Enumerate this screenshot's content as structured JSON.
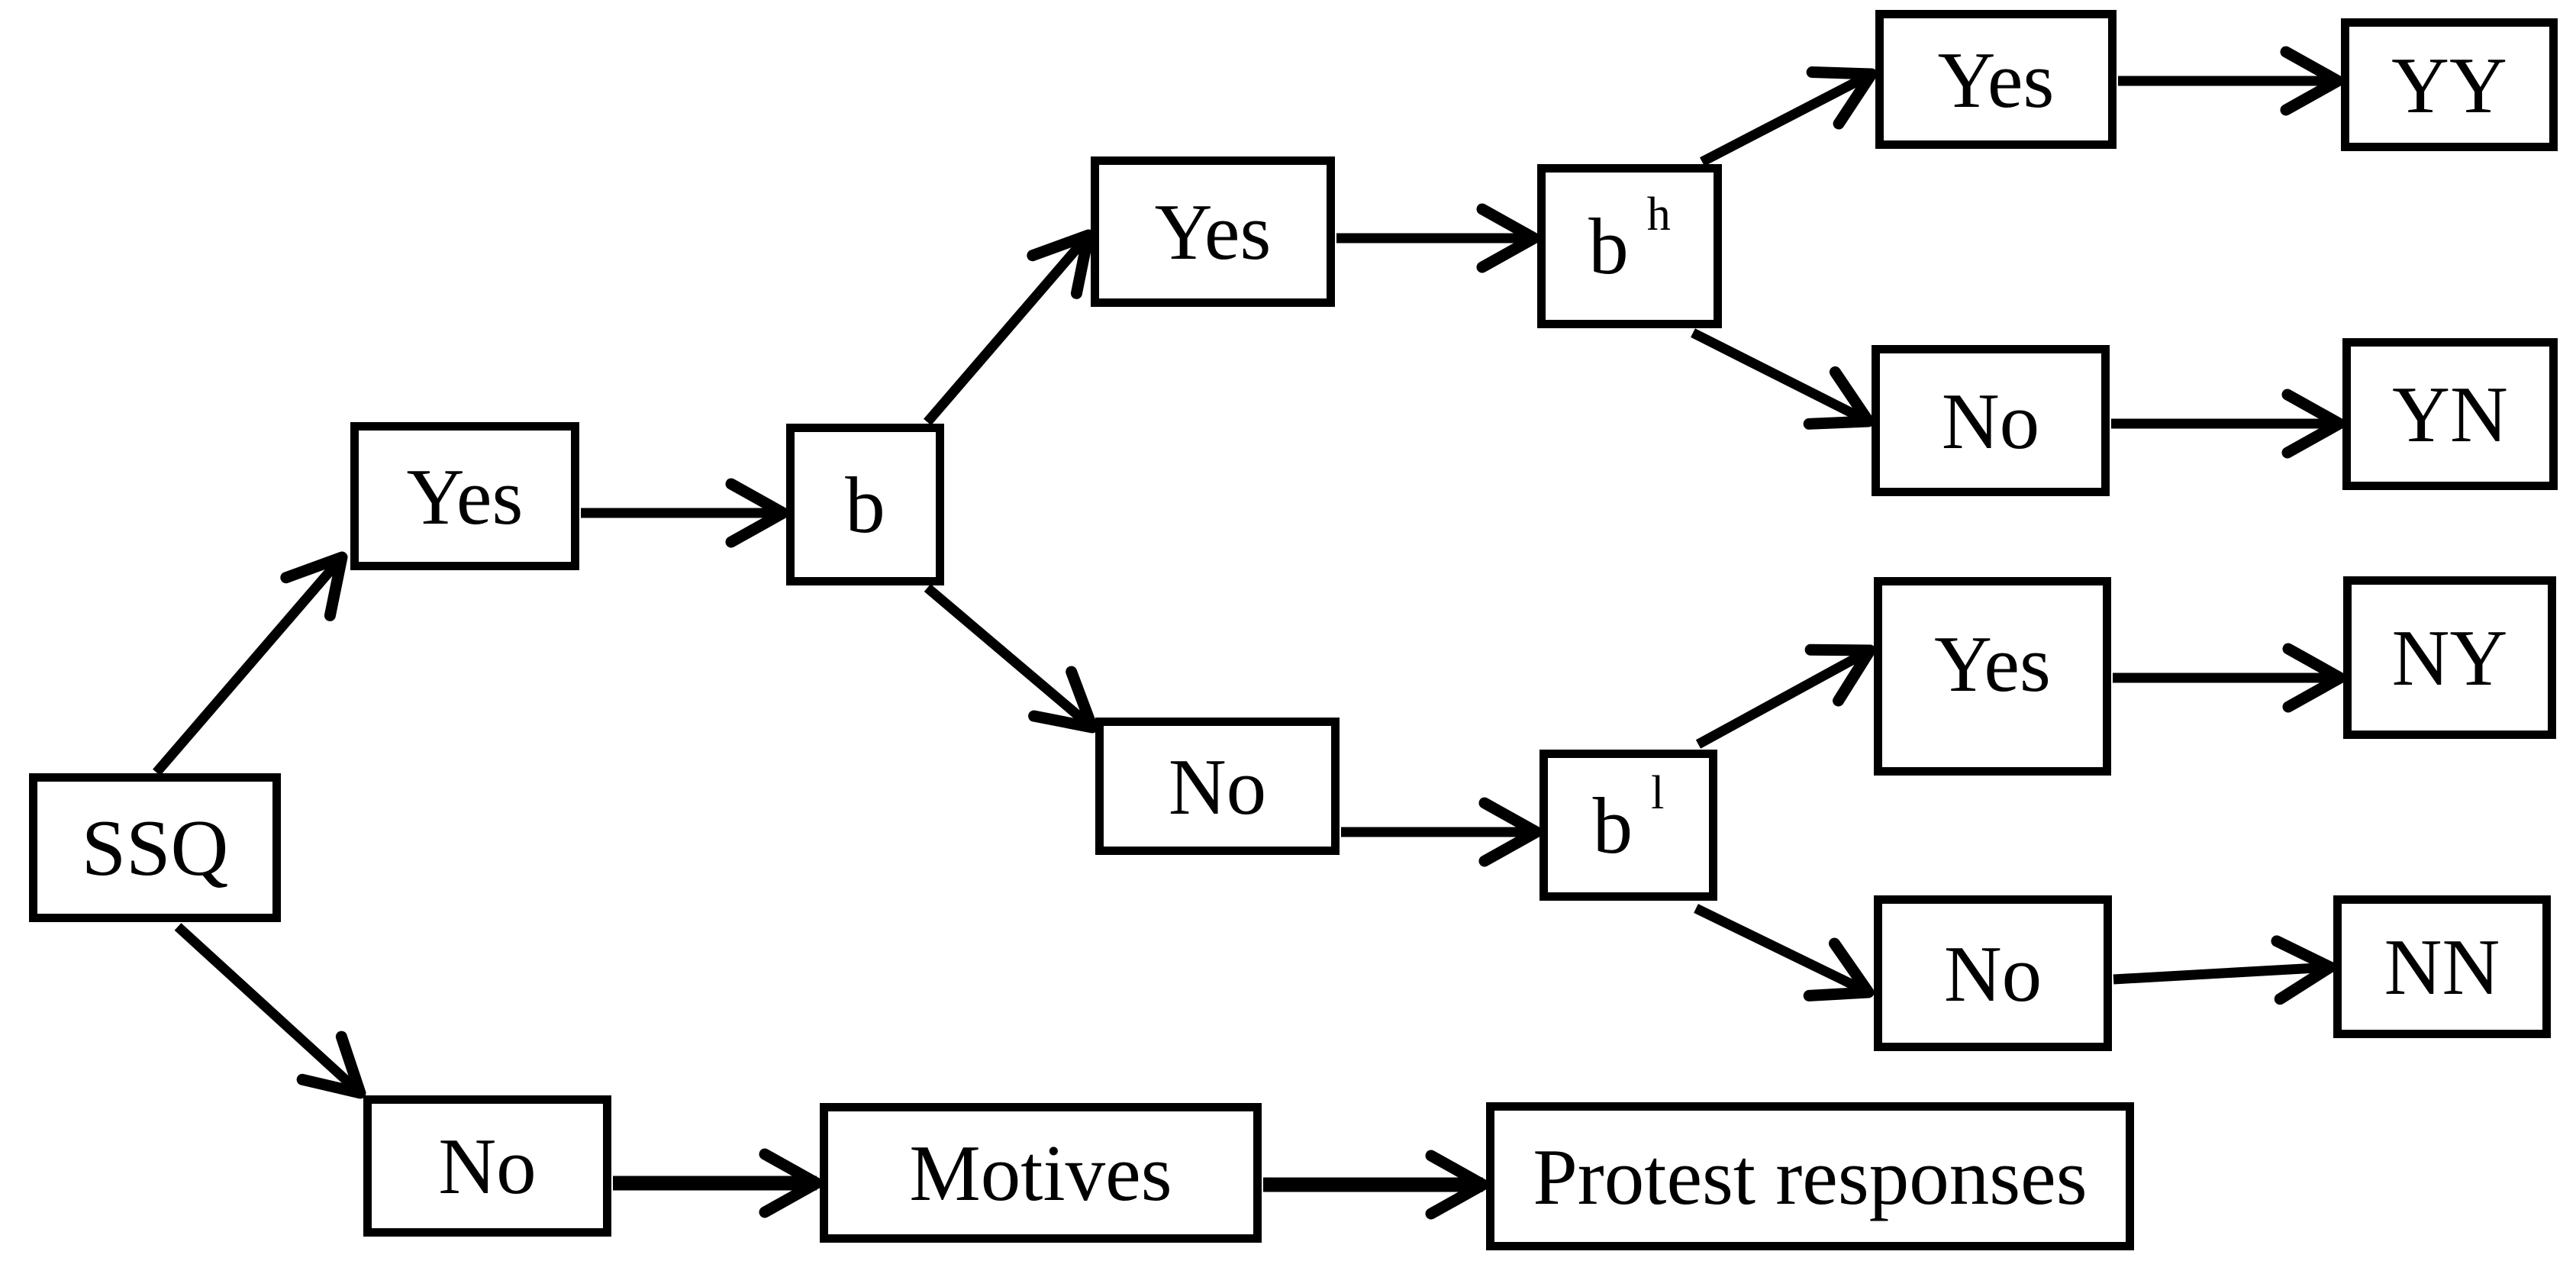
{
  "colors": {
    "ink": "#000000",
    "paper": "#ffffff"
  },
  "nodes": {
    "ssq": {
      "label": "SSQ"
    },
    "yes1": {
      "label": "Yes"
    },
    "b": {
      "label": "b"
    },
    "yes2": {
      "label": "Yes"
    },
    "bh": {
      "label": "b",
      "sup": "h"
    },
    "no_mid": {
      "label": "No"
    },
    "bl": {
      "label": "b",
      "sup": "l"
    },
    "yes_top": {
      "label": "Yes"
    },
    "yy": {
      "label": "YY"
    },
    "no_r2": {
      "label": "No"
    },
    "yn": {
      "label": "YN"
    },
    "yes_r3": {
      "label": "Yes"
    },
    "ny": {
      "label": "NY"
    },
    "no_r4": {
      "label": "No"
    },
    "nn": {
      "label": "NN"
    },
    "no_bottom": {
      "label": "No"
    },
    "motives": {
      "label": "Motives"
    },
    "protest": {
      "label": "Protest responses"
    }
  },
  "edges": [
    {
      "from": "ssq",
      "to": "yes1"
    },
    {
      "from": "ssq",
      "to": "no_bottom"
    },
    {
      "from": "yes1",
      "to": "b"
    },
    {
      "from": "b",
      "to": "yes2"
    },
    {
      "from": "b",
      "to": "no_mid"
    },
    {
      "from": "yes2",
      "to": "bh"
    },
    {
      "from": "no_mid",
      "to": "bl"
    },
    {
      "from": "bh",
      "to": "yes_top"
    },
    {
      "from": "bh",
      "to": "no_r2"
    },
    {
      "from": "bl",
      "to": "yes_r3"
    },
    {
      "from": "bl",
      "to": "no_r4"
    },
    {
      "from": "yes_top",
      "to": "yy"
    },
    {
      "from": "no_r2",
      "to": "yn"
    },
    {
      "from": "yes_r3",
      "to": "ny"
    },
    {
      "from": "no_r4",
      "to": "nn"
    },
    {
      "from": "no_bottom",
      "to": "motives"
    },
    {
      "from": "motives",
      "to": "protest"
    }
  ]
}
